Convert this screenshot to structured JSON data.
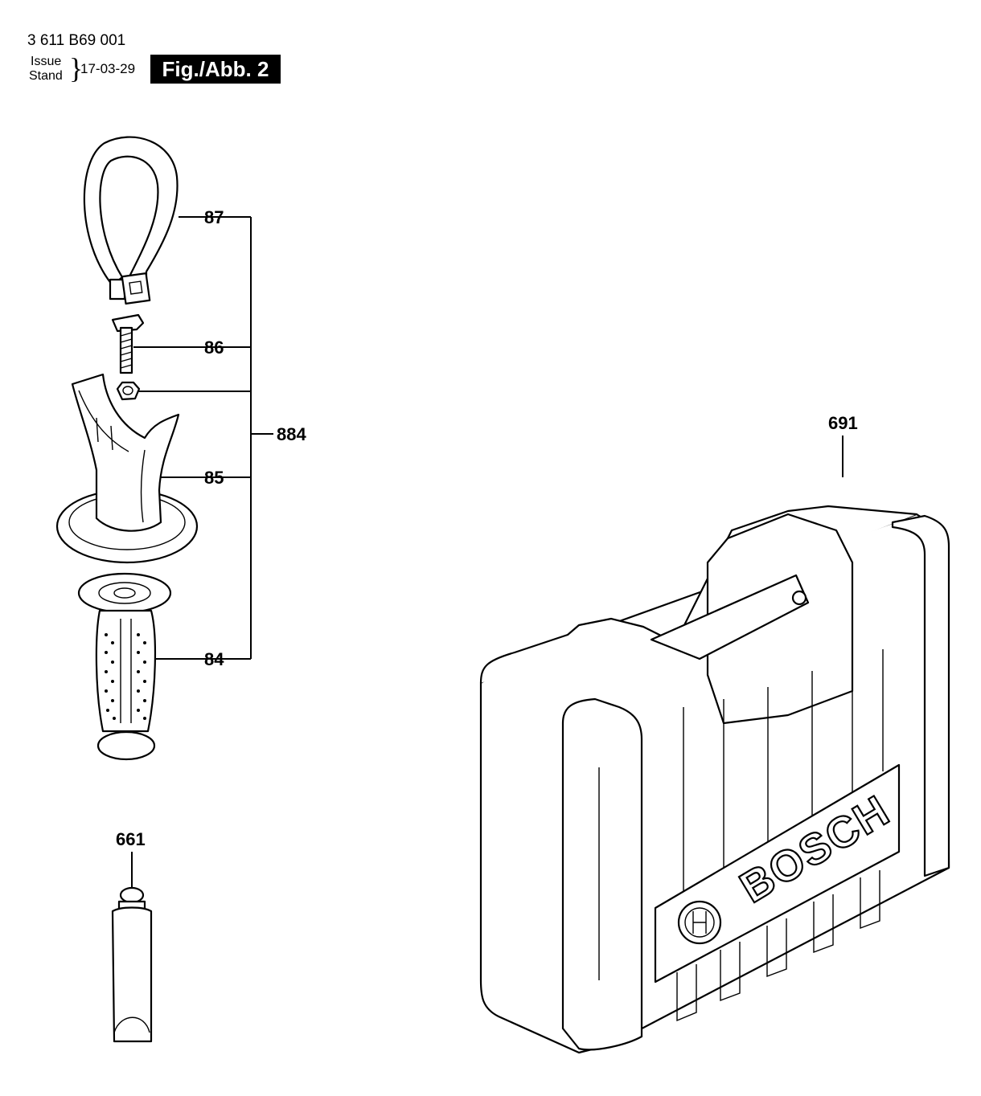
{
  "header": {
    "doc_number": "3 611 B69 001",
    "issue_label": "Issue",
    "stand_label": "Stand",
    "date": "17-03-29",
    "figure_label": "Fig./Abb. 2"
  },
  "callouts": {
    "c87": "87",
    "c86": "86",
    "c884": "884",
    "c85": "85",
    "c84": "84",
    "c661": "661",
    "c691": "691"
  },
  "brand": {
    "logo_text": "BOSCH"
  }
}
